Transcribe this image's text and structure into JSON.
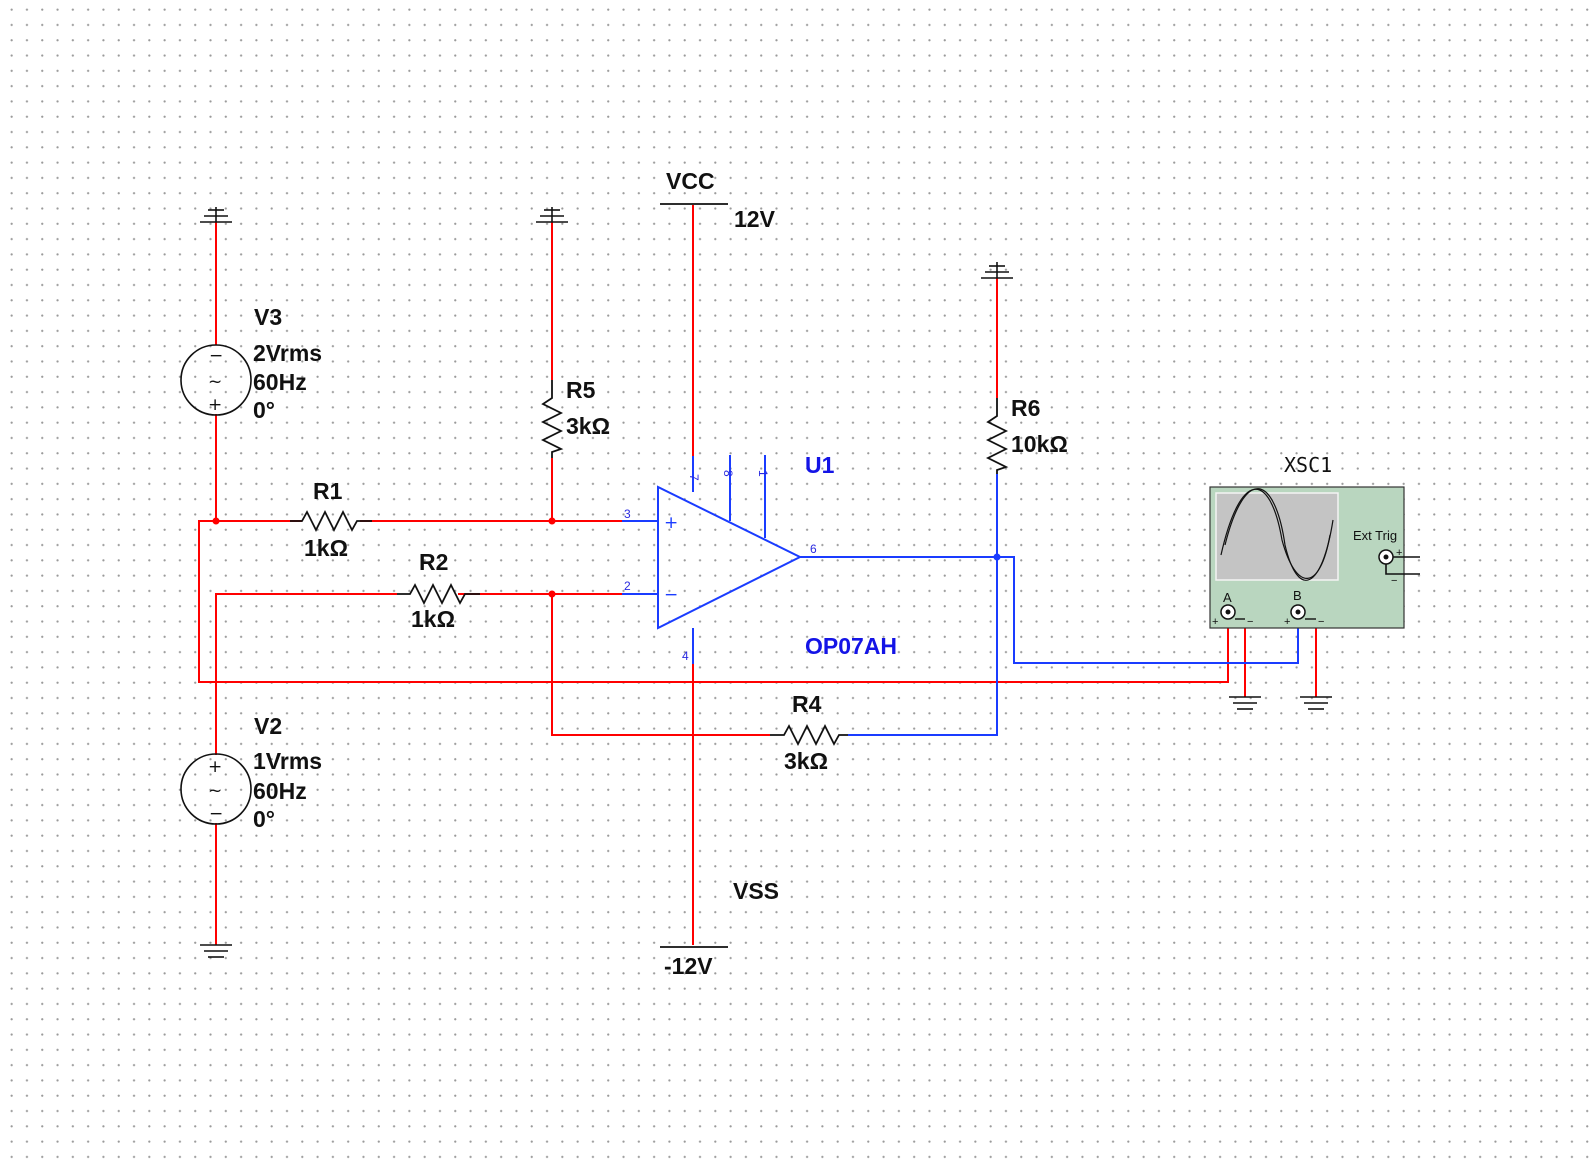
{
  "colors": {
    "wire_red": "#ff0000",
    "wire_blue": "#1a3cff",
    "label_blue": "#1414e6",
    "component": "#111111",
    "scope_body": "#b9d6bf"
  },
  "components": {
    "v3": {
      "name": "V3",
      "amplitude": "2Vrms",
      "frequency": "60Hz",
      "phase": "0°"
    },
    "v2": {
      "name": "V2",
      "amplitude": "1Vrms",
      "frequency": "60Hz",
      "phase": "0°"
    },
    "r1": {
      "name": "R1",
      "value": "1kΩ"
    },
    "r2": {
      "name": "R2",
      "value": "1kΩ"
    },
    "r4": {
      "name": "R4",
      "value": "3kΩ"
    },
    "r5": {
      "name": "R5",
      "value": "3kΩ"
    },
    "r6": {
      "name": "R6",
      "value": "10kΩ"
    },
    "vcc": {
      "name": "VCC",
      "value": "12V"
    },
    "vss": {
      "name": "VSS",
      "value": "-12V"
    },
    "u1": {
      "name": "U1",
      "part": "OP07AH",
      "pins": {
        "p7": "7",
        "p8": "8",
        "p1": "1",
        "p3": "3",
        "p2": "2",
        "p6": "6",
        "p4": "4"
      },
      "plus_sign": "+",
      "minus_sign": "−"
    }
  },
  "oscilloscope": {
    "name": "XSC1",
    "ext_trig": "Ext Trig",
    "channel_a": "A",
    "channel_b": "B",
    "plus": "+",
    "minus": "−"
  },
  "source_signs": {
    "plus": "+",
    "minus": "−",
    "tilde": "~"
  }
}
